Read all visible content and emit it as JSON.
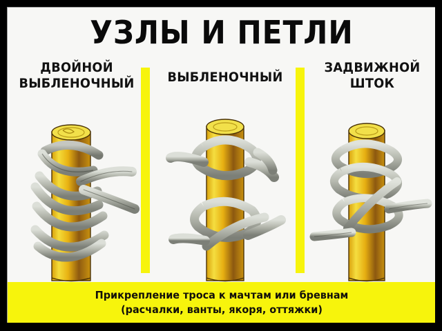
{
  "poster": {
    "title": "УЗЛЫ И ПЕТЛИ",
    "frame_color": "#000000",
    "card_color": "#f7f7f5",
    "accent_color": "#f7f40c",
    "text_color": "#0a0a0a"
  },
  "columns": [
    {
      "heading_line_1": "ДВОЙНОЙ",
      "heading_line_2": "ВЫБЛЕНОЧНЫЙ",
      "illustration": "double-clove-hitch-on-post",
      "post_color": "#e8b810",
      "rope_color": "#b9bcb4"
    },
    {
      "heading_line_1": "ВЫБЛЕНОЧНЫЙ",
      "heading_line_2": "",
      "illustration": "clove-hitch-on-post",
      "post_color": "#e8b810",
      "rope_color": "#b9bcb4"
    },
    {
      "heading_line_1": "ЗАДВИЖНОЙ",
      "heading_line_2": "ШТОК",
      "illustration": "rolling-hitch-on-post",
      "post_color": "#e8b810",
      "rope_color": "#b9bcb4"
    }
  ],
  "dividers": {
    "count": 2,
    "color": "#f7f40c"
  },
  "caption": {
    "line_1": "Прикрепление троса к мачтам или бревнам",
    "line_2": "(расчалки, ванты, якоря, оттяжки)",
    "background": "#f7f40c",
    "text_color": "#12100a"
  }
}
